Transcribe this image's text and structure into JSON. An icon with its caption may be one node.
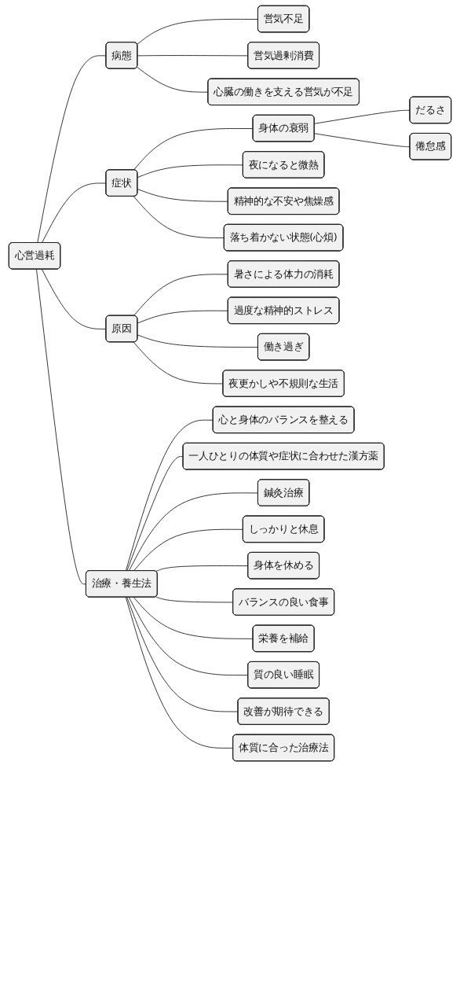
{
  "diagram": {
    "nodes": [
      {
        "text": [
          "心営過耗"
        ]
      },
      {
        "text": [
          "病態"
        ]
      },
      {
        "text": [
          "営気不足"
        ]
      },
      {
        "text": [
          "営気過剰消費"
        ]
      },
      {
        "text": [
          "心臓の働きを支える営気が不足"
        ]
      },
      {
        "text": [
          "症状"
        ]
      },
      {
        "text": [
          "身体の衰弱"
        ]
      },
      {
        "text": [
          "だるさ"
        ]
      },
      {
        "text": [
          "倦怠感"
        ]
      },
      {
        "text": [
          "夜になると微熱"
        ]
      },
      {
        "text": [
          "精神的な不安や焦燥感"
        ]
      },
      {
        "text": [
          "落ち着かない状態(心煩)"
        ]
      },
      {
        "text": [
          "原因"
        ]
      },
      {
        "text": [
          "暑さによる体力の消耗"
        ]
      },
      {
        "text": [
          "過度な精神的ストレス"
        ]
      },
      {
        "text": [
          "働き過ぎ"
        ]
      },
      {
        "text": [
          "夜更かしや不規則な生活"
        ]
      },
      {
        "text": [
          "治療・養生法"
        ]
      },
      {
        "text": [
          "心と身体のバランスを整える"
        ]
      },
      {
        "text": [
          "一人ひとりの体質や症状に合わせた漢方薬"
        ]
      },
      {
        "text": [
          "鍼灸治療"
        ]
      },
      {
        "text": [
          "しっかりと休息"
        ]
      },
      {
        "text": [
          "身体を休める"
        ]
      },
      {
        "text": [
          "バランスの良い食事"
        ]
      },
      {
        "text": [
          "栄養を補給"
        ]
      },
      {
        "text": [
          "質の良い睡眠"
        ]
      },
      {
        "text": [
          "改善が期待できる"
        ]
      },
      {
        "text": [
          "体質に合った治療法"
        ]
      }
    ],
    "edges": [
      {
        "from": 0,
        "to": 1,
        "arrow": "none"
      },
      {
        "from": 1,
        "to": 2,
        "arrow": "none"
      },
      {
        "from": 1,
        "to": 3,
        "arrow": "none"
      },
      {
        "from": 1,
        "to": 4,
        "arrow": "none"
      },
      {
        "from": 0,
        "to": 5,
        "arrow": "none"
      },
      {
        "from": 5,
        "to": 6,
        "arrow": "none"
      },
      {
        "from": 6,
        "to": 7,
        "arrow": "none"
      },
      {
        "from": 6,
        "to": 8,
        "arrow": "none"
      },
      {
        "from": 5,
        "to": 9,
        "arrow": "none"
      },
      {
        "from": 5,
        "to": 10,
        "arrow": "none"
      },
      {
        "from": 5,
        "to": 11,
        "arrow": "none"
      },
      {
        "from": 0,
        "to": 12,
        "arrow": "none"
      },
      {
        "from": 12,
        "to": 13,
        "arrow": "none"
      },
      {
        "from": 12,
        "to": 14,
        "arrow": "none"
      },
      {
        "from": 12,
        "to": 15,
        "arrow": "none"
      },
      {
        "from": 12,
        "to": 16,
        "arrow": "none"
      },
      {
        "from": 0,
        "to": 17,
        "arrow": "none"
      },
      {
        "from": 17,
        "to": 18,
        "arrow": "none"
      },
      {
        "from": 17,
        "to": 19,
        "arrow": "none"
      },
      {
        "from": 17,
        "to": 20,
        "arrow": "none"
      },
      {
        "from": 17,
        "to": 21,
        "arrow": "none"
      },
      {
        "from": 17,
        "to": 22,
        "arrow": "none"
      },
      {
        "from": 17,
        "to": 23,
        "arrow": "none"
      },
      {
        "from": 17,
        "to": 24,
        "arrow": "none"
      },
      {
        "from": 17,
        "to": 25,
        "arrow": "none"
      },
      {
        "from": 17,
        "to": 26,
        "arrow": "none"
      },
      {
        "from": 17,
        "to": 27,
        "arrow": "none"
      }
    ]
  }
}
